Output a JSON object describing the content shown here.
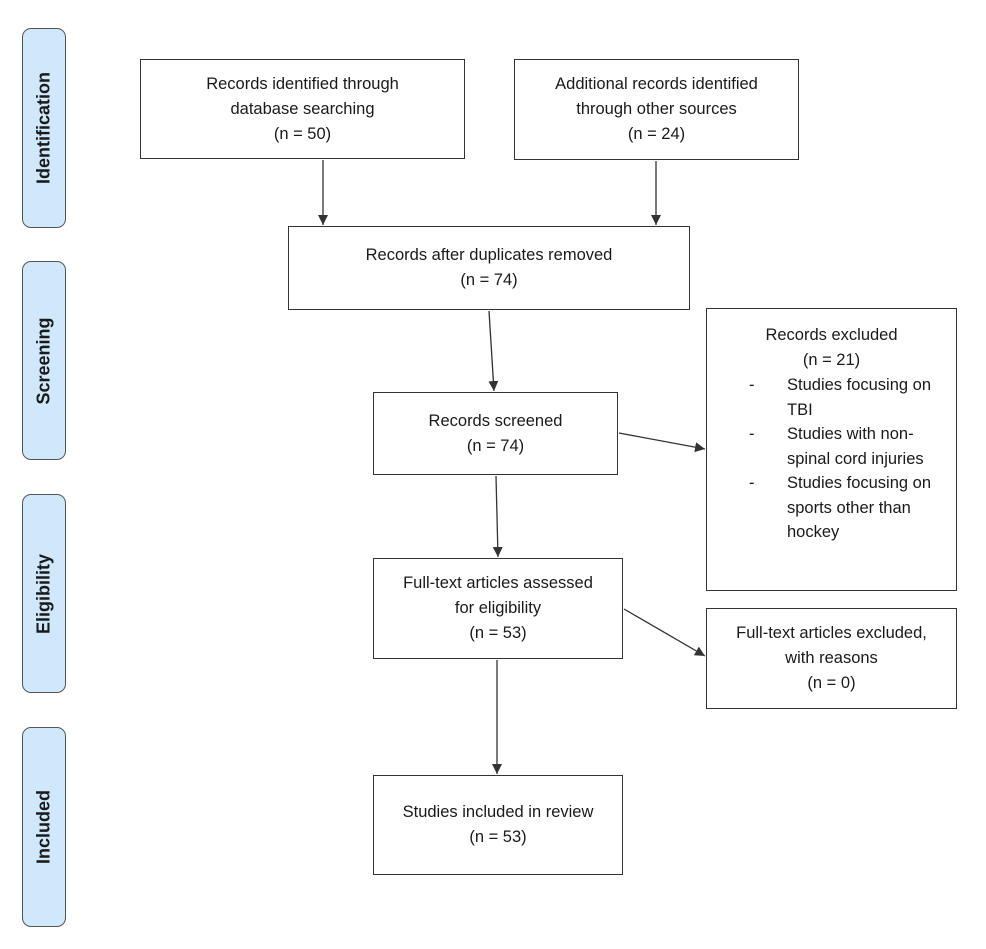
{
  "phases": {
    "identification": "Identification",
    "screening": "Screening",
    "eligibility": "Eligibility",
    "included": "Included"
  },
  "boxes": {
    "database_records": {
      "lines": [
        "Records identified through",
        "database searching",
        "(n = 50)"
      ],
      "n": 50
    },
    "other_sources": {
      "lines": [
        "Additional records identified",
        "through other sources",
        "(n = 24)"
      ],
      "n": 24
    },
    "after_duplicates": {
      "lines": [
        "Records after duplicates removed",
        "(n = 74)"
      ],
      "n": 74
    },
    "screened": {
      "lines": [
        "Records screened",
        "(n = 74)"
      ],
      "n": 74
    },
    "records_excluded": {
      "lines": [
        "Records excluded",
        "(n = 21)"
      ],
      "n": 21,
      "reasons": [
        "Studies focusing on TBI",
        "Studies with non-spinal cord injuries",
        "Studies focusing on sports other than hockey"
      ]
    },
    "fulltext_assessed": {
      "lines": [
        "Full-text articles assessed",
        "for eligibility",
        "(n = 53)"
      ],
      "n": 53
    },
    "fulltext_excluded": {
      "lines": [
        "Full-text articles excluded,",
        "with reasons",
        "(n = 0)"
      ],
      "n": 0
    },
    "included_studies": {
      "lines": [
        "Studies included in review",
        "(n = 53)"
      ],
      "n": 53
    }
  },
  "colors": {
    "phase_fill": "#cfe8fb",
    "phase_border": "#555555",
    "box_border": "#333333",
    "arrow": "#333333"
  }
}
